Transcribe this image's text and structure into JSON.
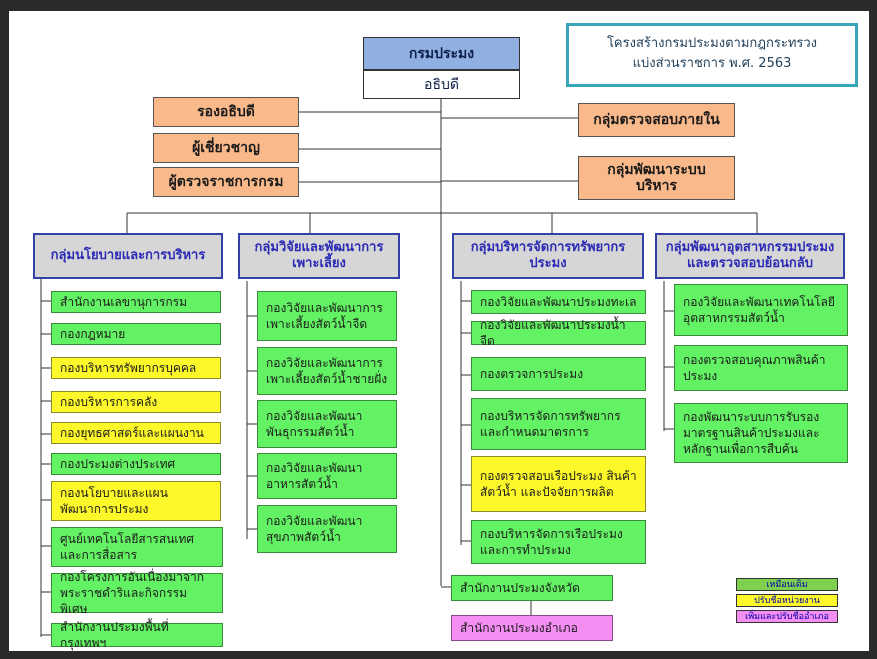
{
  "title": {
    "line1": "โครงสร้างกรมประมงตามกฎกระทรวง",
    "line2": "แบ่งส่วนราชการ พ.ศ. 2563"
  },
  "top": {
    "name": "กรมประมง",
    "head": "อธิบดี"
  },
  "left_staff": [
    "รองอธิบดี",
    "ผู้เชี่ยวชาญ",
    "ผู้ตรวจราชการกรม"
  ],
  "right_staff": [
    "กลุ่มตรวจสอบภายใน",
    "กลุ่มพัฒนาระบบบริหาร"
  ],
  "groups": [
    "กลุ่มนโยบายและการบริหาร",
    "กลุ่มวิจัยและพัฒนาการเพาะเลี้ยง",
    "กลุ่มบริหารจัดการทรัพยากรประมง",
    "กลุ่มพัฒนาอุตสาหกรรมประมงและตรวจสอบย้อนกลับ"
  ],
  "col1": [
    "สำนักงานเลขานุการกรม",
    "กองกฎหมาย",
    "กองบริหารทรัพยากรบุคคล",
    "กองบริหารการคลัง",
    "กองยุทธศาสตร์และแผนงาน",
    "กองประมงต่างประเทศ",
    "กองนโยบายและแผนพัฒนาการประมง",
    "ศูนย์เทคโนโลยีสารสนเทศและการสื่อสาร",
    "กองโครงการอันเนื่องมาจากพระราชดำริและกิจกรรมพิเศษ",
    "สำนักงานประมงพื้นที่กรุงเทพฯ"
  ],
  "col2": [
    "กองวิจัยและพัฒนาการเพาะเลี้ยงสัตว์น้ำจืด",
    "กองวิจัยและพัฒนาการเพาะเลี้ยงสัตว์น้ำชายฝั่ง",
    "กองวิจัยและพัฒนาพันธุกรรมสัตว์น้ำ",
    "กองวิจัยและพัฒนาอาหารสัตว์น้ำ",
    "กองวิจัยและพัฒนาสุขภาพสัตว์น้ำ"
  ],
  "col3": [
    "กองวิจัยและพัฒนาประมงทะเล",
    "กองวิจัยและพัฒนาประมงน้ำจืด",
    "กองตรวจการประมง",
    "กองบริหารจัดการทรัพยากรและกำหนดมาตรการ",
    "กองตรวจสอบเรือประมง สินค้าสัตว์น้ำ และปัจจัยการผลิต",
    "กองบริหารจัดการเรือประมงและการทำประมง"
  ],
  "col4": [
    "กองวิจัยและพัฒนาเทคโนโลยีอุตสาหกรรมสัตว์น้ำ",
    "กองตรวจสอบคุณภาพสินค้าประมง",
    "กองพัฒนาระบบการรับรองมาตรฐานสินค้าประมงและหลักฐานเพื่อการสืบค้น"
  ],
  "provincial": "สำนักงานประมงจังหวัด",
  "district": "สำนักงานประมงอำเภอ",
  "legend": [
    "เหมือนเดิม",
    "ปรับชื่อหน่วยงาน",
    "เพิ่มและปรับชื่ออำเภอ"
  ],
  "colors": {
    "green": "#63f263",
    "yellow": "#fcf82a",
    "pink": "#f58ef2",
    "orange": "#f9b98a",
    "teal": "#3aa6b9",
    "blue_top": "#8fb0e0"
  }
}
